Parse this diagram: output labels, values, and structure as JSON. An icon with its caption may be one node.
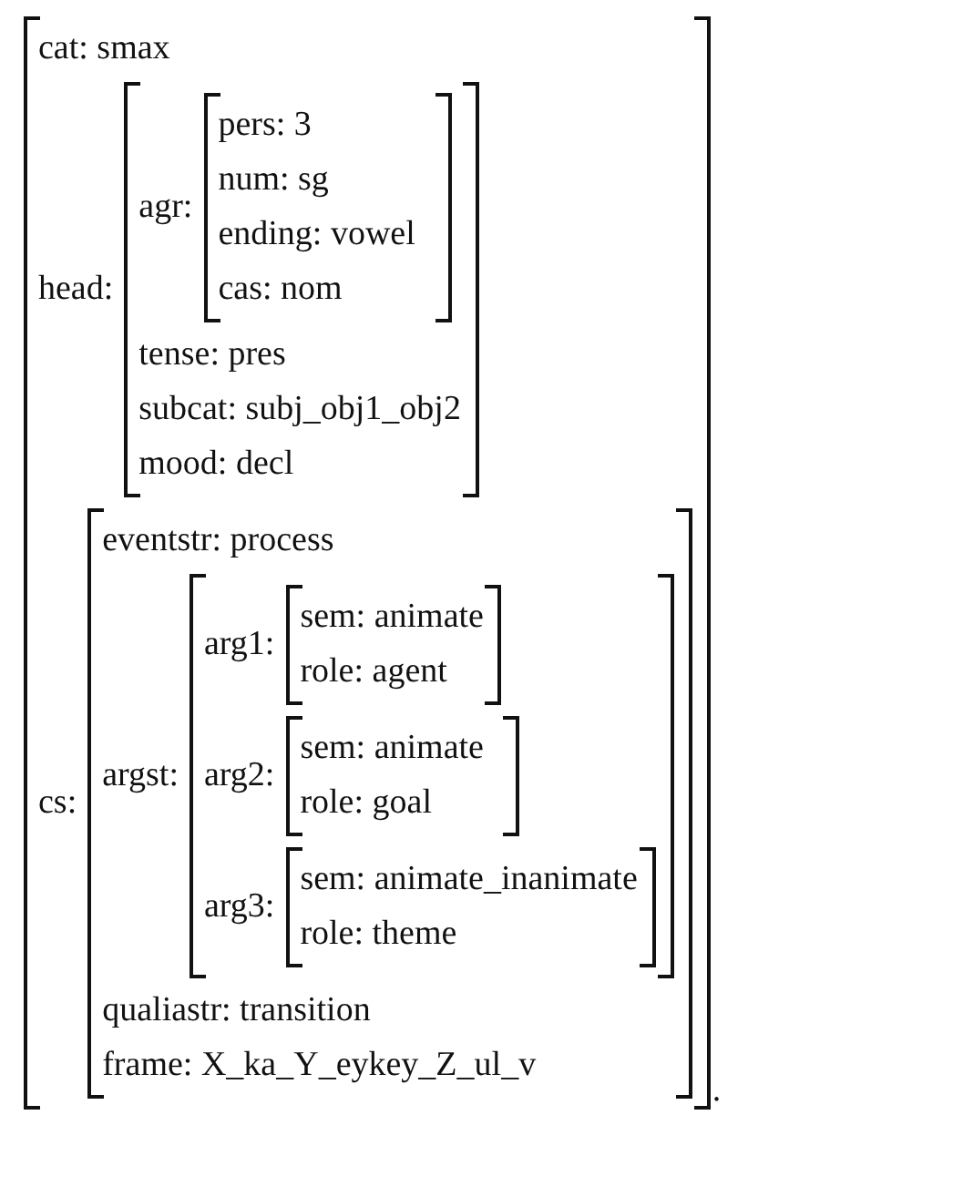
{
  "diagram": {
    "nodes": [
      {
        "text": [
          "cat: smax"
        ]
      },
      {
        "text": [
          "head:",
          "tense: pres",
          "subcat: subj_obj1_obj2",
          "mood: decl"
        ],
        "in": 0
      },
      {
        "text": [
          "agr:",
          "pers: 3",
          "num: sg",
          "ending: vowel",
          "cas: nom"
        ],
        "in": 1
      },
      {
        "text": [
          "cs:",
          "eventstr: process",
          "qualiastr: transition",
          "frame: X_ka_Y_eykey_Z_ul_v"
        ],
        "in": 0
      },
      {
        "text": [
          "argst:"
        ],
        "in": 3
      },
      {
        "text": [
          "arg1:",
          "sem: animate",
          "role: agent"
        ],
        "in": 4
      },
      {
        "text": [
          "arg2:",
          "sem: animate",
          "role: goal"
        ],
        "in": 4
      },
      {
        "text": [
          "arg3:",
          "sem: animate_inanimate",
          "role: theme"
        ],
        "in": 4
      }
    ],
    "labels": [
      "."
    ]
  }
}
